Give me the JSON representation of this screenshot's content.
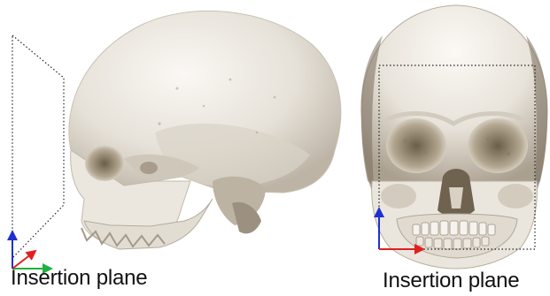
{
  "figure": {
    "left_panel": {
      "caption": "Insertion plane",
      "view": "lateral oblique skull render"
    },
    "right_panel": {
      "caption": "Insertion plane",
      "view": "frontal skull render"
    },
    "axis_colors": {
      "x": "#e02020",
      "y": "#20b040",
      "z": "#2030d0"
    },
    "plane_outline_color": "#222222",
    "bone_colors": {
      "highlight": "#f4f1ec",
      "mid": "#dcd6cc",
      "shadow": "#8f8576",
      "cavity": "#5a4e3d"
    }
  }
}
